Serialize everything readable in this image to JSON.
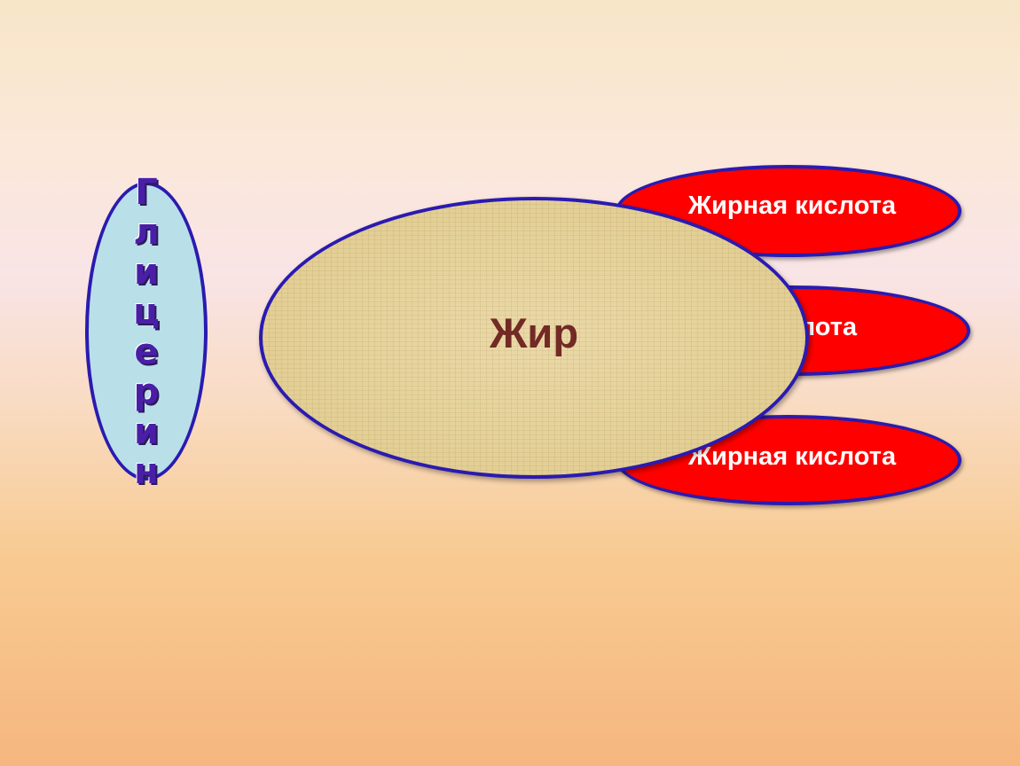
{
  "diagram": {
    "glycerol": {
      "label": "Глицерин"
    },
    "fatty_acids": [
      {
        "label": "Жирная кислота"
      },
      {
        "label": "Жирная кислота"
      },
      {
        "label": "Жирная кислота"
      }
    ],
    "fat": {
      "label": "Жир"
    }
  },
  "colors": {
    "outline": "#2a1bb0",
    "acid_fill": "#ff0000",
    "glycerol_fill": "#b9dfe9",
    "glycerol_text": "#4a1fa8",
    "fat_fill": "#e8d7a3",
    "fat_text": "#722a25"
  }
}
